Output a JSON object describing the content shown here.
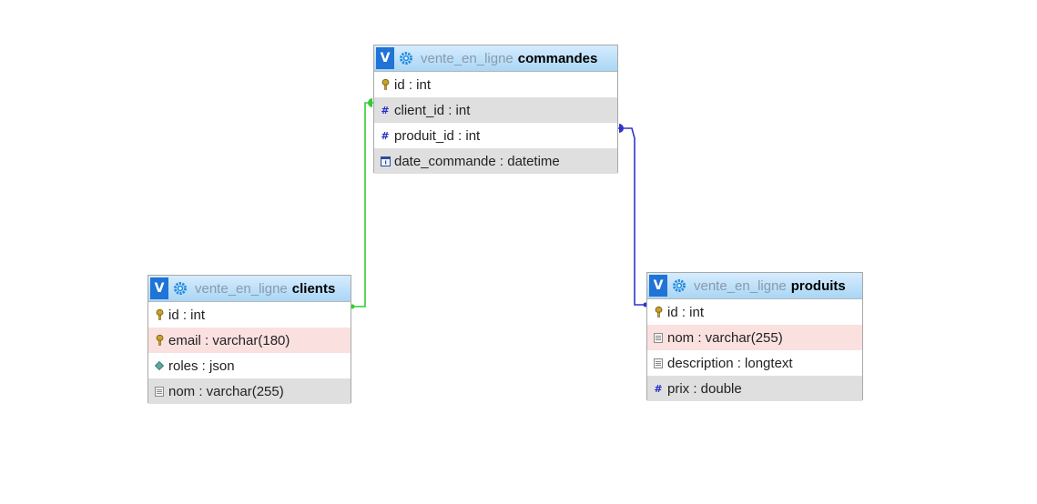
{
  "toggle_label": "V",
  "colors": {
    "header_bg": "#a9d6f5",
    "toggle_bg": "#1f74d6",
    "row_alt": "#dfdfdf",
    "row_unique": "#fbe0e0",
    "link_client": "#33cc33",
    "link_produit": "#3333cc"
  },
  "tables": {
    "commandes": {
      "db": "vente_en_ligne",
      "name": "commandes",
      "columns": [
        {
          "text": "id : int",
          "icon": "primary-key-icon"
        },
        {
          "text": "client_id : int",
          "icon": "numeric-hash-icon"
        },
        {
          "text": "produit_id : int",
          "icon": "numeric-hash-icon"
        },
        {
          "text": "date_commande : datetime",
          "icon": "datetime-icon"
        }
      ]
    },
    "clients": {
      "db": "vente_en_ligne",
      "name": "clients",
      "columns": [
        {
          "text": "id : int",
          "icon": "primary-key-icon"
        },
        {
          "text": "email : varchar(180)",
          "icon": "unique-key-icon"
        },
        {
          "text": "roles : json",
          "icon": "json-icon"
        },
        {
          "text": "nom : varchar(255)",
          "icon": "text-column-icon"
        }
      ]
    },
    "produits": {
      "db": "vente_en_ligne",
      "name": "produits",
      "columns": [
        {
          "text": "id : int",
          "icon": "primary-key-icon"
        },
        {
          "text": "nom : varchar(255)",
          "icon": "text-column-icon"
        },
        {
          "text": "description : longtext",
          "icon": "text-column-icon"
        },
        {
          "text": "prix : double",
          "icon": "numeric-hash-icon"
        }
      ]
    }
  }
}
